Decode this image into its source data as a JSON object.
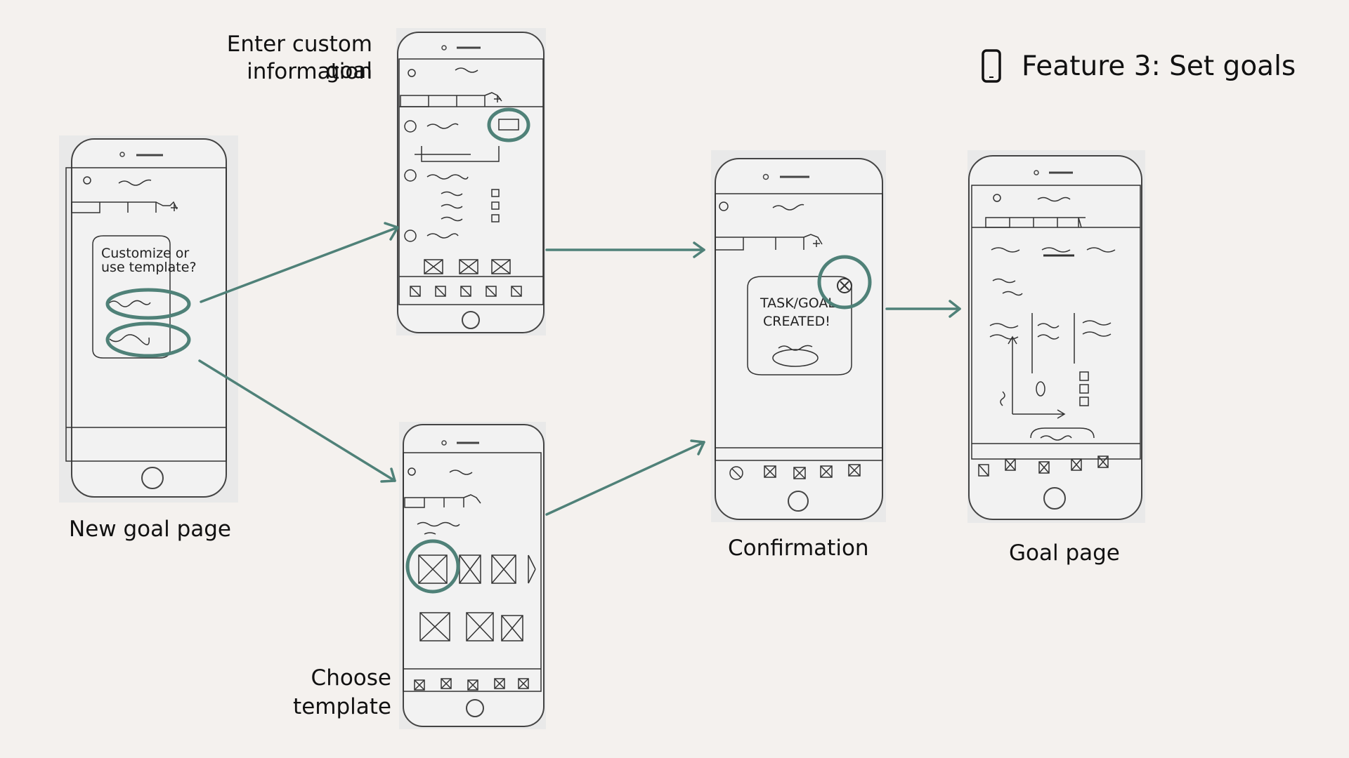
{
  "title": {
    "icon": "mobile-phone-icon",
    "text": "Feature 3: Set goals"
  },
  "accent_color": "#4f8178",
  "screens": {
    "new_goal": {
      "label": "New goal page",
      "sketch_text": [
        "Customize or",
        "use template?"
      ]
    },
    "custom_info": {
      "label_line1": "Enter custom goal",
      "label_line2": "information"
    },
    "choose_template": {
      "label_line1": "Choose",
      "label_line2": "template"
    },
    "confirmation": {
      "label": "Confirmation",
      "sketch_text": [
        "TASK/GOAL",
        "CREATED!"
      ]
    },
    "goal_page": {
      "label": "Goal page"
    }
  }
}
